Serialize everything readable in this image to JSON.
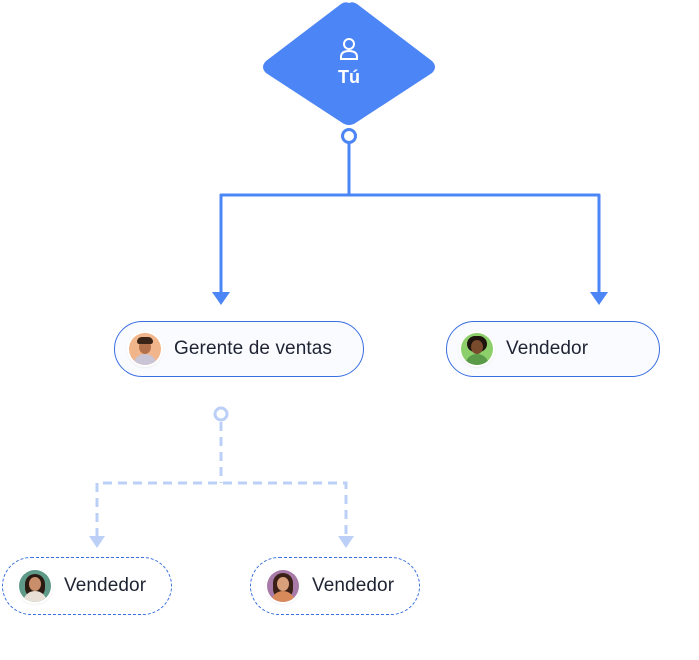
{
  "root": {
    "title": "Tú",
    "icon": "user-icon",
    "color": "#4c85f5"
  },
  "nodes": [
    {
      "id": "gerente",
      "label": "Gerente de ventas",
      "style": "solid",
      "avatar_bg": "#e0804a"
    },
    {
      "id": "vendedor-top",
      "label": "Vendedor",
      "style": "solid",
      "avatar_bg": "#6bb25a"
    },
    {
      "id": "vendedor-left",
      "label": "Vendedor",
      "style": "dashed",
      "avatar_bg": "#3f7a70"
    },
    {
      "id": "vendedor-right",
      "label": "Vendedor",
      "style": "dashed",
      "avatar_bg": "#8a5a8e"
    }
  ],
  "colors": {
    "primary": "#4c85f5",
    "border": "#3a6fe0",
    "faded": "#bcd0f7",
    "text": "#1f2433"
  }
}
